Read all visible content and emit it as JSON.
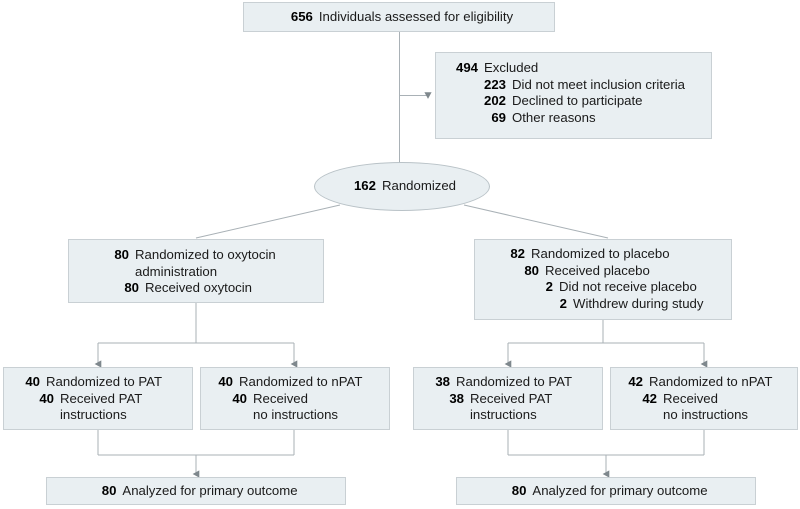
{
  "diagram": {
    "type": "consort-flow-diagram",
    "colors": {
      "box_fill": "#e9eff2",
      "box_border": "#c9d0d4",
      "connector": "#9aa3a8",
      "text": "#1a1a1a"
    },
    "nodes": {
      "assessed": {
        "lines": [
          {
            "num": "656",
            "text": "Individuals assessed for eligibility"
          }
        ]
      },
      "excluded": {
        "lines": [
          {
            "num": "494",
            "text": "Excluded"
          },
          {
            "num": "223",
            "text": "Did not meet inclusion criteria"
          },
          {
            "num": "202",
            "text": "Declined to participate"
          },
          {
            "num": "69",
            "text": "Other reasons"
          }
        ]
      },
      "randomized": {
        "lines": [
          {
            "num": "162",
            "text": "Randomized"
          }
        ]
      },
      "oxytocin": {
        "lines": [
          {
            "num": "80",
            "text": "Randomized to oxytocin"
          },
          {
            "num": "",
            "text": "administration"
          },
          {
            "num": "80",
            "text": "Received oxytocin"
          }
        ]
      },
      "placebo": {
        "lines": [
          {
            "num": "82",
            "text": "Randomized to placebo"
          },
          {
            "num": "80",
            "text": "Received placebo"
          },
          {
            "num": "2",
            "text": "Did not receive placebo"
          },
          {
            "num": "2",
            "text": "Withdrew during study"
          }
        ]
      },
      "oxytocin_pat": {
        "lines": [
          {
            "num": "40",
            "text": "Randomized to PAT"
          },
          {
            "num": "40",
            "text": "Received PAT"
          },
          {
            "num": "",
            "text": "instructions"
          }
        ]
      },
      "oxytocin_npat": {
        "lines": [
          {
            "num": "40",
            "text": "Randomized to nPAT"
          },
          {
            "num": "40",
            "text": "Received"
          },
          {
            "num": "",
            "text": "no instructions"
          }
        ]
      },
      "placebo_pat": {
        "lines": [
          {
            "num": "38",
            "text": "Randomized to PAT"
          },
          {
            "num": "38",
            "text": "Received PAT"
          },
          {
            "num": "",
            "text": "instructions"
          }
        ]
      },
      "placebo_npat": {
        "lines": [
          {
            "num": "42",
            "text": "Randomized to nPAT"
          },
          {
            "num": "42",
            "text": "Received"
          },
          {
            "num": "",
            "text": "no instructions"
          }
        ]
      },
      "analyzed_left": {
        "lines": [
          {
            "num": "80",
            "text": "Analyzed for primary outcome"
          }
        ]
      },
      "analyzed_right": {
        "lines": [
          {
            "num": "80",
            "text": "Analyzed for primary outcome"
          }
        ]
      }
    }
  }
}
